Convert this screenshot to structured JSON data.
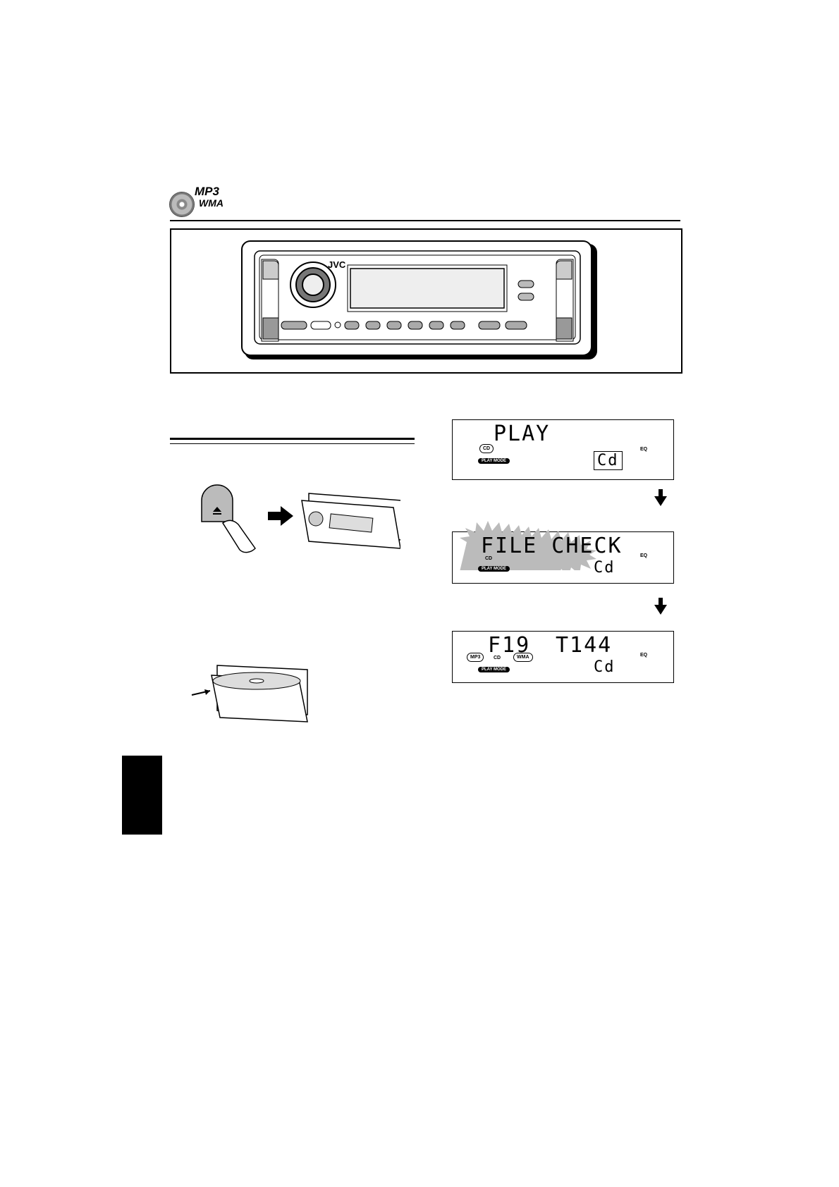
{
  "header": {
    "badge_line1": "MP3",
    "badge_line2": "WMA"
  },
  "unit": {
    "brand": "JVC"
  },
  "displays": [
    {
      "main": "PLAY",
      "tags": [
        "CD"
      ],
      "mode_pill": "PLAY MODE",
      "eq": "EQ",
      "corner": "Cd"
    },
    {
      "main": "FILE CHECK",
      "tags": [
        "CD"
      ],
      "mode_pill": "PLAY MODE",
      "eq": "EQ",
      "corner": "Cd"
    },
    {
      "main_left": "F19",
      "main_right": "T144",
      "tags": [
        "MP3",
        "CD",
        "WMA"
      ],
      "mode_pill": "PLAY MODE",
      "eq": "EQ",
      "corner": "Cd"
    }
  ]
}
